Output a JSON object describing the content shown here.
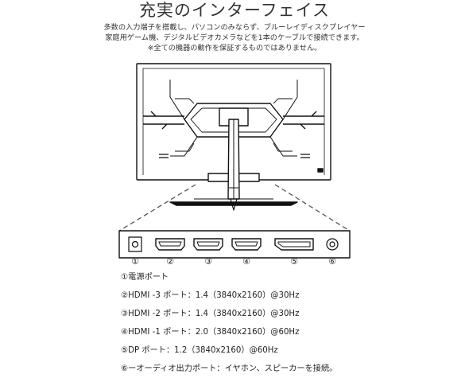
{
  "heading": {
    "title": "充実のインターフェイス"
  },
  "intro": {
    "line1": "多数の入力端子を搭載し、パソコンのみならず、ブルーレイディスクプレイヤー",
    "line2": "家庭用ゲーム機、デジタルビデオカメラなどを1本のケーブルで接続できます。",
    "note": "※全ての機器の動作を保証するものではありません。"
  },
  "diagram": {
    "port_labels": [
      "①",
      "②",
      "③",
      "④",
      "⑤",
      "⑥"
    ]
  },
  "ports": [
    {
      "text": "①電源ポート"
    },
    {
      "text": "②HDMI -3 ポート：1.4（3840x2160）@30Hz"
    },
    {
      "text": "③HDMI -2 ポート：1.4（3840x2160）@30Hz"
    },
    {
      "text": "④HDMI -1 ポート：2.0（3840x2160）@60Hz"
    },
    {
      "text": "⑤DP ポート：1.2（3840x2160）@60Hz"
    },
    {
      "text": "⑥ーオーディオ出力ポート：イヤホン、スピーカーを接続。"
    }
  ],
  "colors": {
    "line": "#111111",
    "dash": "#555555",
    "panel_fill": "#ffffff"
  }
}
